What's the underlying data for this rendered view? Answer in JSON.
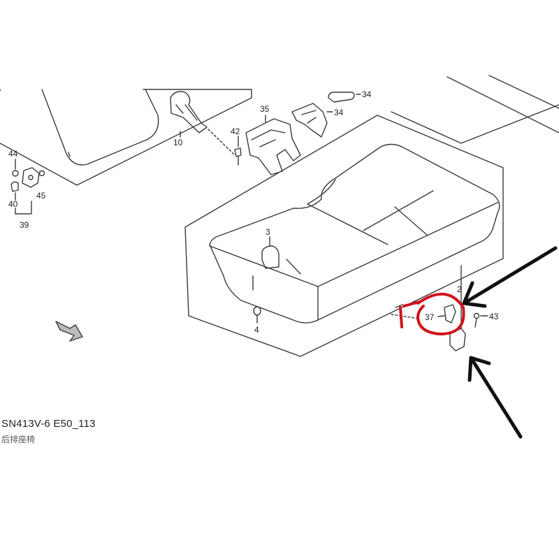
{
  "callouts": {
    "c2": "2",
    "c3": "3",
    "c4": "4",
    "c10": "10",
    "c34a": "34",
    "c34b": "34",
    "c35": "35",
    "c37": "37",
    "c39": "39",
    "c40": "40",
    "c42": "42",
    "c43": "43",
    "c44": "44",
    "c45": "45"
  },
  "caption": {
    "code": "SN413V-6 E50_113",
    "subtitle": "后排座椅"
  },
  "colors": {
    "line": "#3a3a3a",
    "highlight": "#d0141b",
    "arrow": "#111111"
  },
  "icons": {
    "highlight_marker": "red-circle-icon",
    "pointer_top": "arrow-icon",
    "pointer_bottom": "arrow-icon",
    "direction": "front-arrow-icon"
  }
}
